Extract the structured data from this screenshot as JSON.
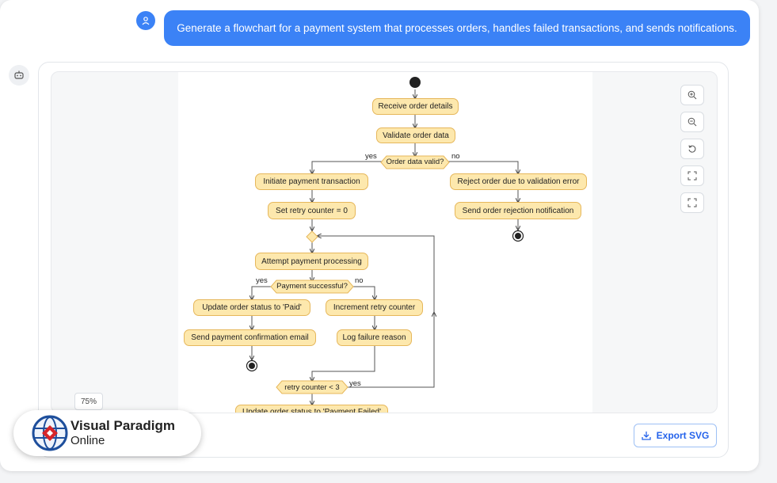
{
  "chat": {
    "user_message": "Generate a flowchart for a payment system that processes orders, handles failed transactions, and sends notifications."
  },
  "diagram": {
    "nodes": {
      "receive": "Receive order details",
      "validate": "Validate order data",
      "valid_q": "Order data valid?",
      "initiate": "Initiate payment transaction",
      "retry_set": "Set retry counter = 0",
      "attempt": "Attempt payment processing",
      "success_q": "Payment successful?",
      "update_paid": "Update order status to 'Paid'",
      "send_confirm": "Send payment confirmation email",
      "increment": "Increment retry counter",
      "log_failure": "Log failure reason",
      "retry_q": "retry counter < 3",
      "reject": "Reject order due to validation error",
      "send_reject": "Send order rejection notification",
      "update_failed": "Update order status to 'Payment Failed'"
    },
    "labels": {
      "yes1": "yes",
      "no1": "no",
      "yes2": "yes",
      "no2": "no",
      "yes3": "yes"
    }
  },
  "controls": {
    "zoom_level": "75%",
    "export_label": "Export SVG",
    "tools": [
      "zoom-in-icon",
      "zoom-out-icon",
      "reset-icon",
      "fit-screen-icon",
      "fullscreen-icon"
    ]
  },
  "branding": {
    "logo_title": "Visual Paradigm",
    "logo_sub": "Online"
  },
  "colors": {
    "accent": "#3b82f6",
    "node_fill": "#fde8ad",
    "node_border": "#e6b75b",
    "export_text": "#2563eb"
  }
}
